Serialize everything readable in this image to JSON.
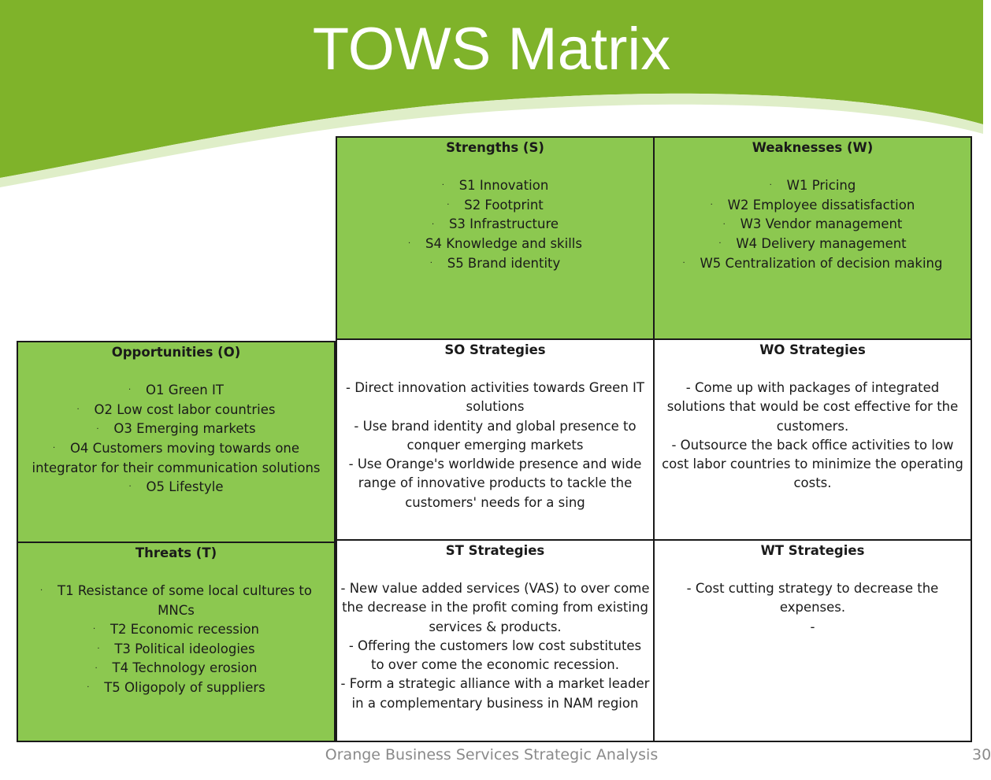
{
  "slide": {
    "title": "TOWS Matrix",
    "footer": "Orange Business Services Strategic Analysis",
    "page_number": "30"
  },
  "colors": {
    "banner_green": "#7fb32a",
    "cell_green": "#8cc850",
    "border": "#1a1a1a"
  },
  "strengths": {
    "heading": "Strengths (S)",
    "items": [
      "S1 Innovation",
      "S2 Footprint",
      "S3 Infrastructure",
      "S4 Knowledge and skills",
      "S5 Brand identity"
    ]
  },
  "weaknesses": {
    "heading": "Weaknesses (W)",
    "items": [
      "W1 Pricing",
      "W2 Employee dissatisfaction",
      "W3 Vendor management",
      "W4 Delivery management",
      "W5 Centralization of decision making"
    ]
  },
  "opportunities": {
    "heading": "Opportunities (O)",
    "items": [
      "O1 Green IT",
      "O2 Low cost labor countries",
      "O3 Emerging markets",
      "O4 Customers moving towards one integrator for their communication solutions",
      "O5 Lifestyle"
    ]
  },
  "threats": {
    "heading": "Threats (T)",
    "items": [
      "T1 Resistance of some local cultures to MNCs",
      "T2 Economic recession",
      "T3 Political ideologies",
      "T4 Technology erosion",
      "T5 Oligopoly of suppliers"
    ]
  },
  "so_strategies": {
    "heading": "SO Strategies",
    "lines": [
      "- Direct innovation activities towards Green IT solutions",
      "- Use brand identity and global presence to conquer emerging markets",
      "- Use Orange's worldwide presence and wide range of innovative products to tackle the customers' needs for a sing"
    ]
  },
  "wo_strategies": {
    "heading": "WO Strategies",
    "lines": [
      "- Come up with packages of integrated solutions that would be cost effective for the customers.",
      "- Outsource the back office activities to low cost labor countries to minimize the operating costs."
    ]
  },
  "st_strategies": {
    "heading": "ST Strategies",
    "lines": [
      "- New value added services (VAS) to over come the decrease in the profit coming from existing services & products.",
      "- Offering the customers low cost substitutes to over come the economic recession.",
      "- Form a strategic alliance with a market leader in a complementary business in NAM region"
    ]
  },
  "wt_strategies": {
    "heading": "WT Strategies",
    "lines": [
      "- Cost cutting strategy to decrease the expenses.",
      "-"
    ]
  }
}
